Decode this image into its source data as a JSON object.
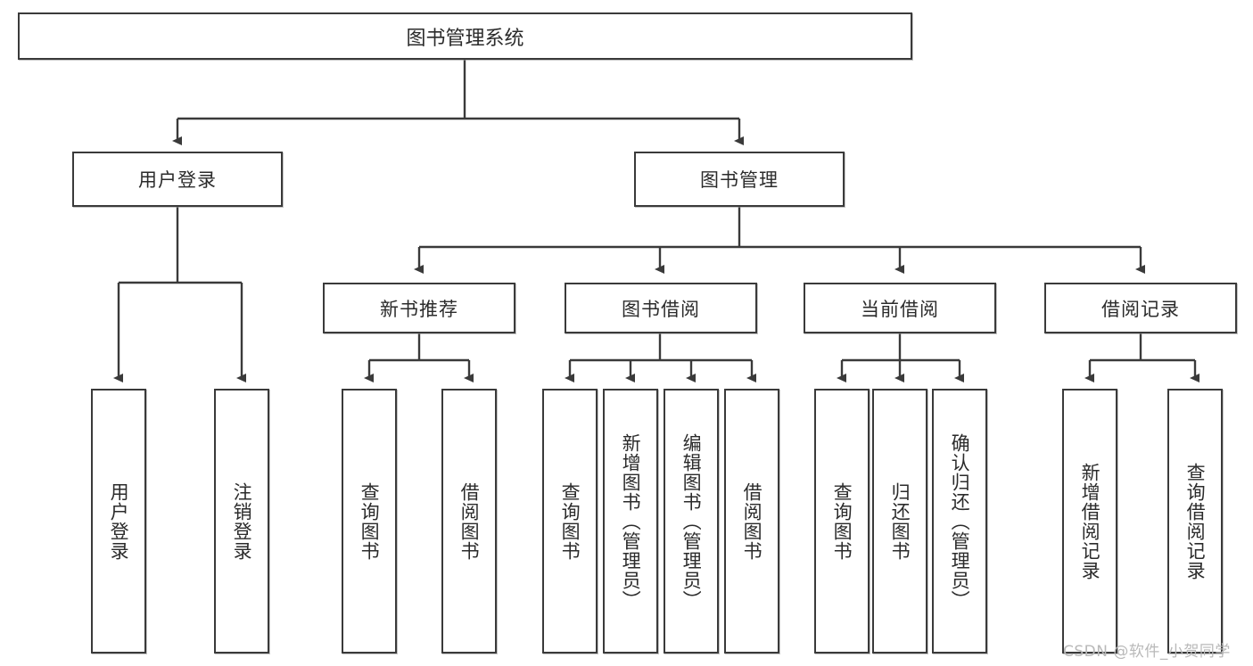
{
  "diagram": {
    "type": "tree-hierarchy",
    "title": "图书管理系统",
    "root": {
      "label": "图书管理系统"
    },
    "level2": [
      {
        "id": "user-login",
        "label": "用户登录"
      },
      {
        "id": "book-manage",
        "label": "图书管理"
      }
    ],
    "level3": [
      {
        "id": "new-book-recommend",
        "label": "新书推荐",
        "parent": "book-manage"
      },
      {
        "id": "book-borrow",
        "label": "图书借阅",
        "parent": "book-manage"
      },
      {
        "id": "current-borrow",
        "label": "当前借阅",
        "parent": "book-manage"
      },
      {
        "id": "borrow-record",
        "label": "借阅记录",
        "parent": "book-manage"
      }
    ],
    "leaves": {
      "user-login": [
        {
          "id": "leaf-user-login",
          "label": "用户登录"
        },
        {
          "id": "leaf-logout-login",
          "label": "注销登录"
        }
      ],
      "new-book-recommend": [
        {
          "id": "leaf-query-book-1",
          "label": "查询图书"
        },
        {
          "id": "leaf-borrow-book-1",
          "label": "借阅图书"
        }
      ],
      "book-borrow": [
        {
          "id": "leaf-query-book-2",
          "label": "查询图书"
        },
        {
          "id": "leaf-add-book-admin",
          "label": "新增图书（管理员）"
        },
        {
          "id": "leaf-edit-book-admin",
          "label": "编辑图书（管理员）"
        },
        {
          "id": "leaf-borrow-book-2",
          "label": "借阅图书"
        }
      ],
      "current-borrow": [
        {
          "id": "leaf-query-book-3",
          "label": "查询图书"
        },
        {
          "id": "leaf-return-book",
          "label": "归还图书"
        },
        {
          "id": "leaf-confirm-return-admin",
          "label": "确认归还（管理员）"
        }
      ],
      "borrow-record": [
        {
          "id": "leaf-add-borrow-record",
          "label": "新增借阅记录"
        },
        {
          "id": "leaf-query-borrow-record",
          "label": "查询借阅记录"
        }
      ]
    }
  },
  "watermark": {
    "text": "CSDN @软件_小贺同学"
  },
  "colors": {
    "stroke": "#3a3a3a",
    "text": "#2b2b2b",
    "background": "#ffffff",
    "watermark": "#b9b9b9"
  }
}
